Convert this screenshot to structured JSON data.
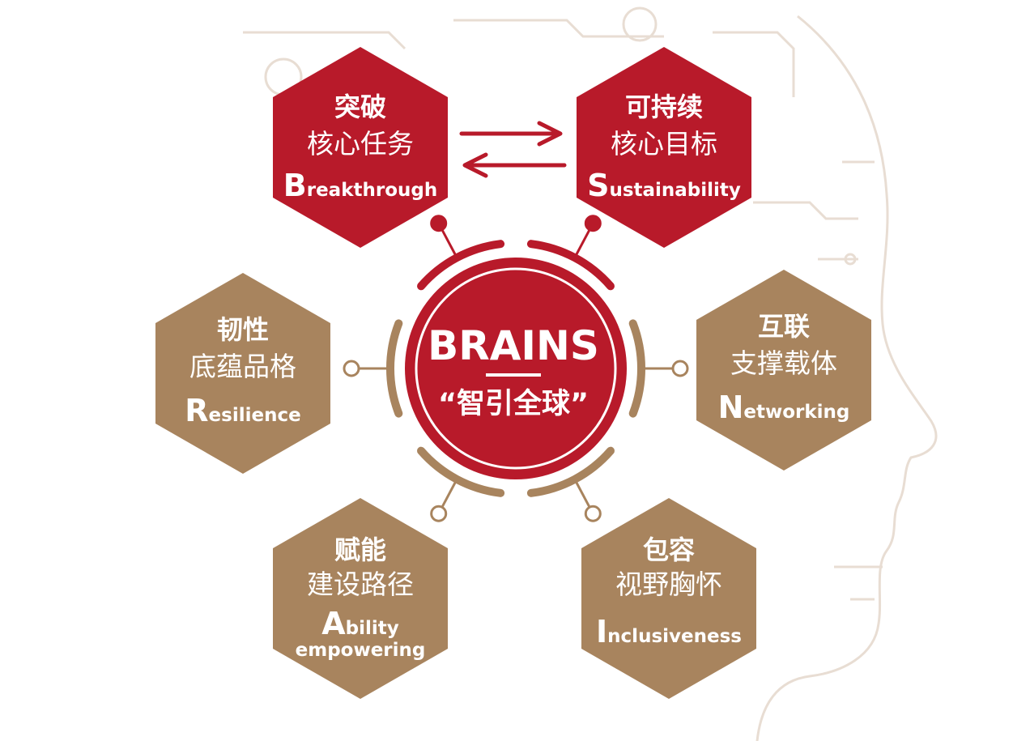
{
  "colors": {
    "red": "#b81a2a",
    "gold": "#a8845e",
    "background": "#ffffff",
    "decor": "#e8ddd3",
    "text": "#ffffff"
  },
  "center": {
    "title": "BRAINS",
    "subtitle": "“智引全球”"
  },
  "hexagons": [
    {
      "id": "breakthrough",
      "color": "red",
      "title": "突破",
      "subtitle": "核心任务",
      "en_initial": "B",
      "en_rest": "reakthrough",
      "en_rest2": ""
    },
    {
      "id": "sustainability",
      "color": "red",
      "title": "可持续",
      "subtitle": "核心目标",
      "en_initial": "S",
      "en_rest": "ustainability",
      "en_rest2": ""
    },
    {
      "id": "resilience",
      "color": "gold",
      "title": "韧性",
      "subtitle": "底蕴品格",
      "en_initial": "R",
      "en_rest": "esilience",
      "en_rest2": ""
    },
    {
      "id": "networking",
      "color": "gold",
      "title": "互联",
      "subtitle": "支撑载体",
      "en_initial": "N",
      "en_rest": "etworking",
      "en_rest2": ""
    },
    {
      "id": "ability",
      "color": "gold",
      "title": "赋能",
      "subtitle": "建设路径",
      "en_initial": "A",
      "en_rest": "bility",
      "en_rest2": "empowering"
    },
    {
      "id": "inclusiveness",
      "color": "gold",
      "title": "包容",
      "subtitle": "视野胸怀",
      "en_initial": "I",
      "en_rest": "nclusiveness",
      "en_rest2": ""
    }
  ]
}
